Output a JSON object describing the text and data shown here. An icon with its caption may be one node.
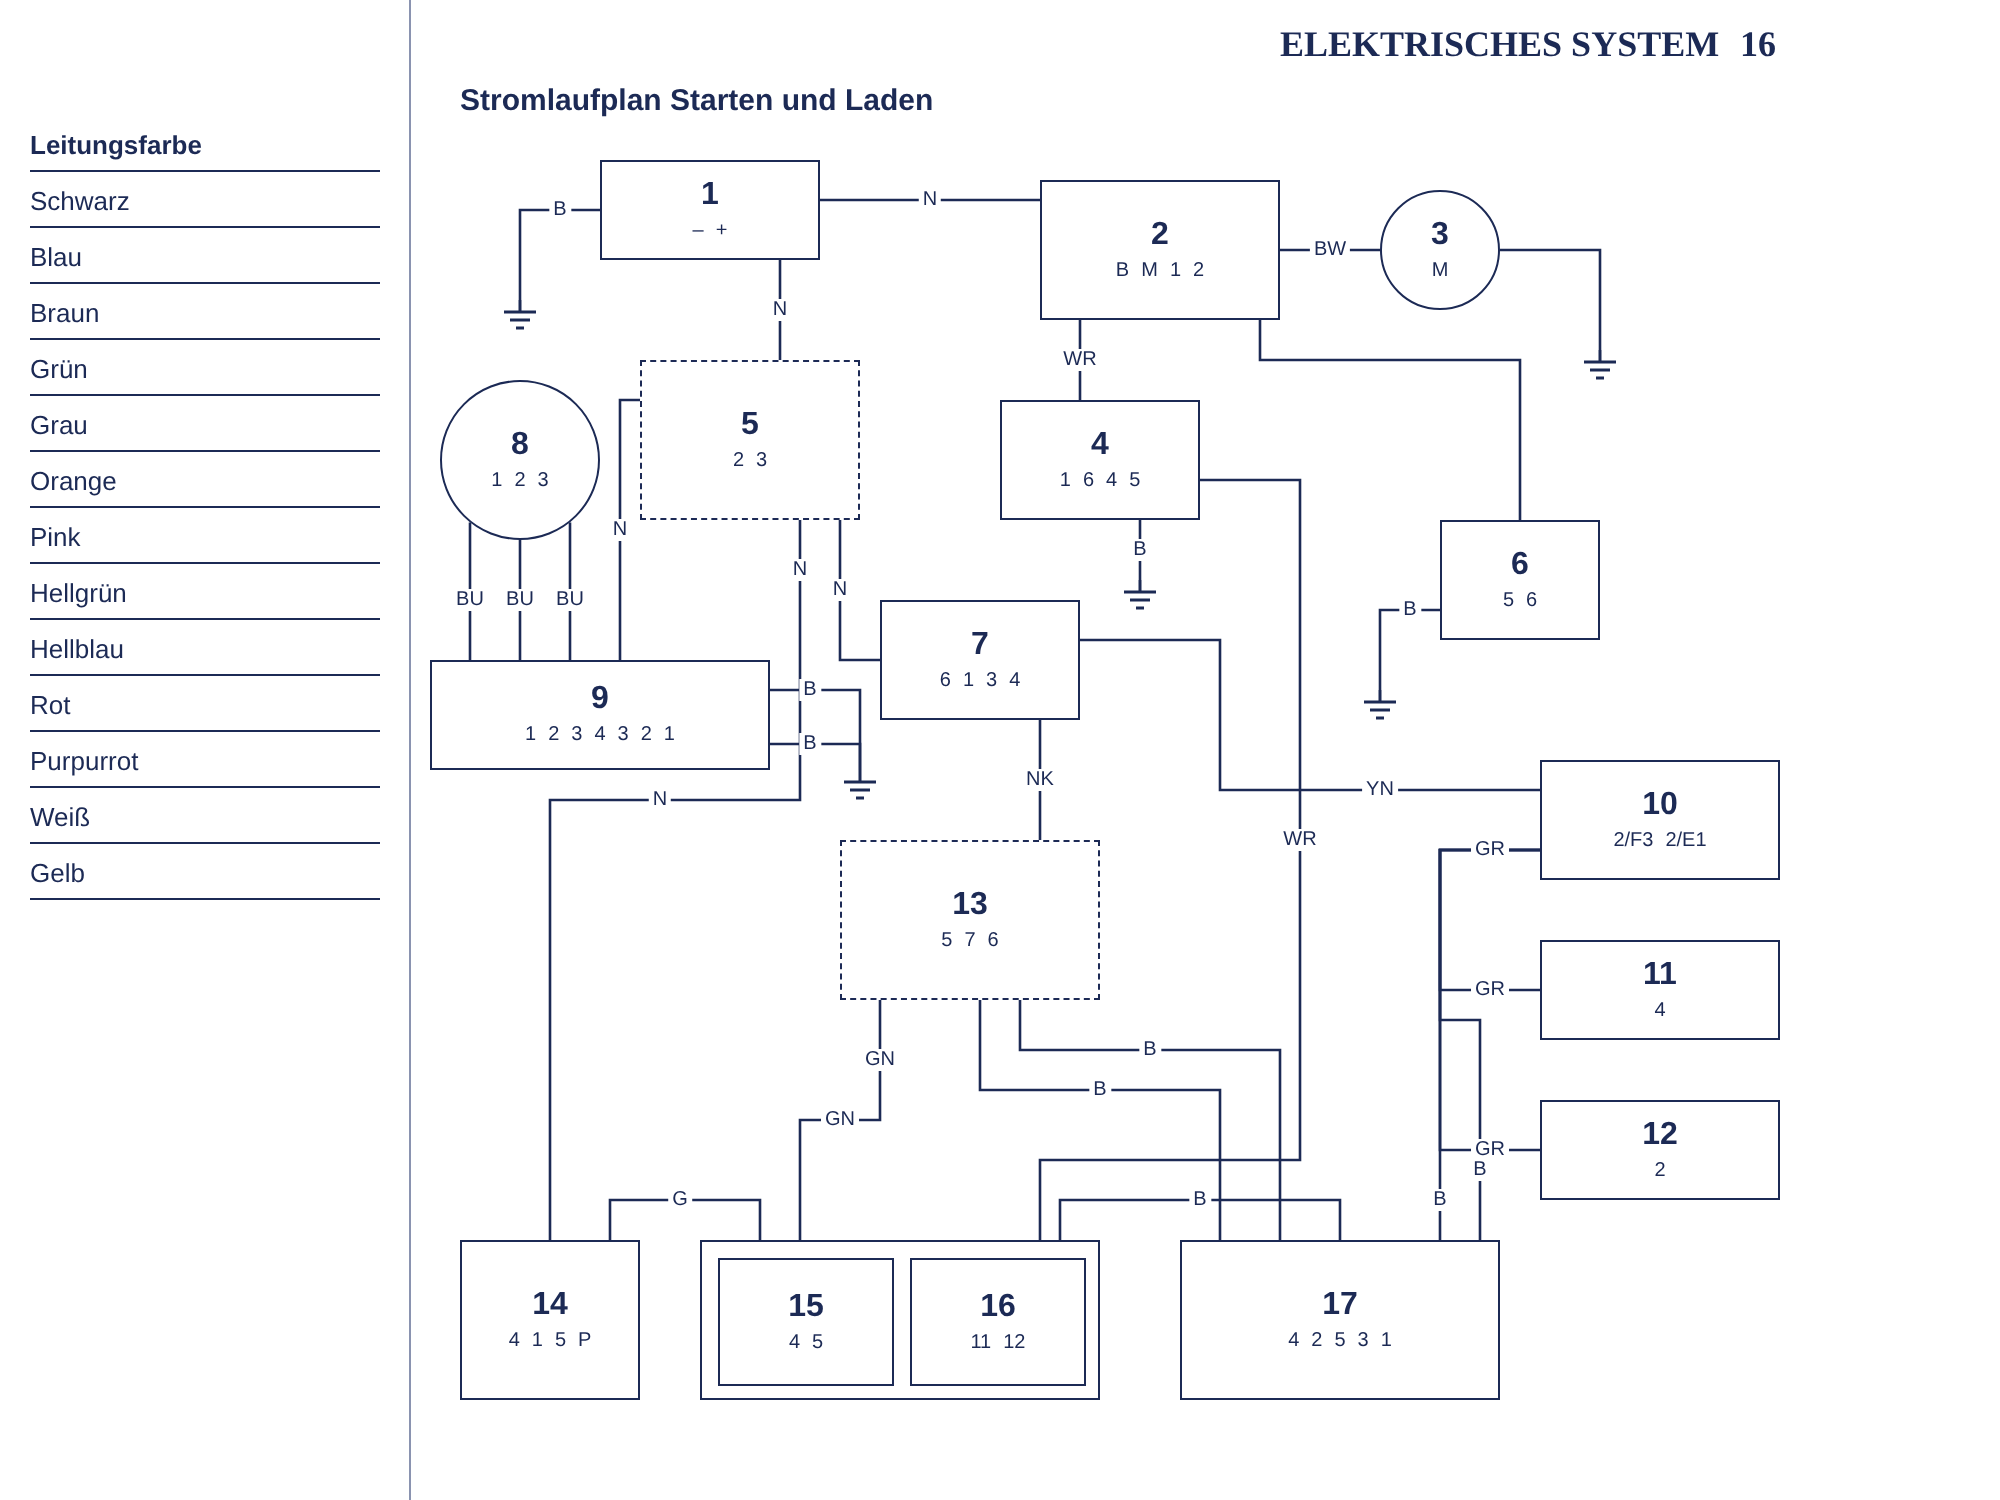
{
  "diagram": {
    "title": "Stromlaufplan Starten und Laden",
    "nodes": [
      {
        "text": [
          "1",
          "–",
          "+"
        ]
      },
      {
        "text": [
          "2",
          "B",
          "M",
          "1",
          "2"
        ]
      },
      {
        "text": [
          "3",
          "M"
        ]
      },
      {
        "text": [
          "4",
          "1",
          "6",
          "4",
          "5"
        ]
      },
      {
        "text": [
          "5",
          "2",
          "3"
        ]
      },
      {
        "text": [
          "6",
          "5",
          "6"
        ]
      },
      {
        "text": [
          "7",
          "6",
          "1",
          "3",
          "4"
        ]
      },
      {
        "text": [
          "8",
          "1",
          "2",
          "3"
        ]
      },
      {
        "text": [
          "9",
          "1",
          "2",
          "3",
          "4",
          "3",
          "2",
          "1"
        ]
      },
      {
        "text": [
          "13",
          "5",
          "7",
          "6"
        ]
      },
      {
        "text": [
          "10",
          "2/F3",
          "2/E1"
        ]
      },
      {
        "text": [
          "11",
          "4"
        ]
      },
      {
        "text": [
          "12",
          "2"
        ]
      },
      {
        "text": [
          "14",
          "4",
          "1",
          "5",
          "P"
        ]
      },
      {
        "text": [],
        "shape": "box"
      },
      {
        "text": [
          "15",
          "4",
          "5"
        ],
        "in": 14
      },
      {
        "text": [
          "16",
          "11",
          "12"
        ],
        "in": 14
      },
      {
        "text": [
          "17",
          "4",
          "2",
          "5",
          "3",
          "1"
        ]
      },
      {
        "text": [],
        "shape": "ground"
      },
      {
        "text": [],
        "shape": "ground"
      },
      {
        "text": [],
        "shape": "ground"
      },
      {
        "text": [],
        "shape": "ground"
      },
      {
        "text": [],
        "shape": "ground"
      }
    ],
    "edges": [
      {
        "from": 0,
        "to": 18,
        "arrow": "none",
        "label": "B"
      },
      {
        "from": 0,
        "to": 1,
        "arrow": "none",
        "label": "N"
      },
      {
        "from": 0,
        "to": 4,
        "arrow": "none",
        "label": "N"
      },
      {
        "from": 1,
        "to": 2,
        "arrow": "none",
        "label": "BW"
      },
      {
        "from": 2,
        "to": 19,
        "arrow": "none"
      },
      {
        "from": 1,
        "to": 3,
        "arrow": "none",
        "label": "WR"
      },
      {
        "from": 1,
        "to": 5,
        "arrow": "none"
      },
      {
        "from": 3,
        "to": 20,
        "arrow": "none",
        "label": "B"
      },
      {
        "from": 3,
        "to": 16,
        "arrow": "none",
        "label": "WR"
      },
      {
        "from": 4,
        "to": 8,
        "arrow": "none",
        "label": "N"
      },
      {
        "from": 7,
        "to": 8,
        "arrow": "none",
        "label": "BU"
      },
      {
        "from": 7,
        "to": 8,
        "arrow": "none",
        "label": "BU"
      },
      {
        "from": 7,
        "to": 8,
        "arrow": "none",
        "label": "BU"
      },
      {
        "from": 8,
        "to": 22,
        "arrow": "none",
        "label": "B"
      },
      {
        "from": 8,
        "to": 22,
        "arrow": "none",
        "label": "B"
      },
      {
        "from": 5,
        "to": 21,
        "arrow": "none",
        "label": "B"
      },
      {
        "from": 4,
        "to": 13,
        "arrow": "none",
        "label": "N"
      },
      {
        "from": 4,
        "to": 6,
        "arrow": "none",
        "label": "N"
      },
      {
        "from": 6,
        "to": 9,
        "arrow": "none",
        "label": "NK"
      },
      {
        "from": 6,
        "to": 10,
        "arrow": "none",
        "label": "YN"
      },
      {
        "from": 9,
        "to": 15,
        "arrow": "none",
        "label": "GN"
      },
      {
        "from": 9,
        "to": 17,
        "arrow": "none",
        "label": "B"
      },
      {
        "from": 9,
        "to": 17,
        "arrow": "none",
        "label": "B"
      },
      {
        "from": 10,
        "to": 11,
        "arrow": "none",
        "label": "GR"
      },
      {
        "from": 10,
        "to": 12,
        "arrow": "none",
        "label": "GR"
      },
      {
        "from": 10,
        "to": 17,
        "arrow": "none",
        "label": "B"
      },
      {
        "from": 10,
        "to": 17,
        "arrow": "none",
        "label": "B"
      },
      {
        "from": 13,
        "to": 15,
        "arrow": "none",
        "label": "G"
      },
      {
        "from": 16,
        "to": 17,
        "arrow": "none",
        "label": "B"
      }
    ],
    "labels": [
      "ELEKTRISCHES SYSTEM",
      "16",
      "Leitungsfarbe",
      "Schwarz",
      "Blau",
      "Braun",
      "Grün",
      "Grau",
      "Orange",
      "Pink",
      "Hellgrün",
      "Hellblau",
      "Rot",
      "Purpurrot",
      "Weiß",
      "Gelb",
      "N",
      "GN",
      "GR"
    ]
  }
}
